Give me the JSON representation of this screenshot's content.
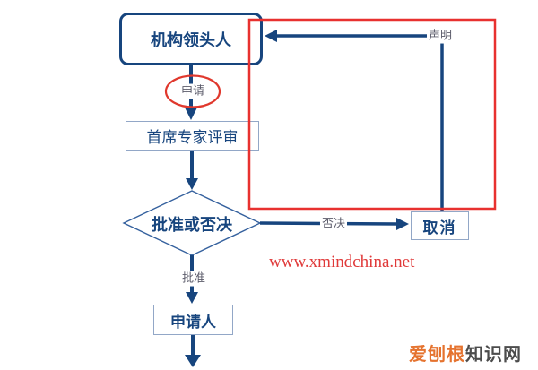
{
  "colors": {
    "connector_navy": "#17457E",
    "node_border_light": "#92A7C7",
    "diamond_border": "#35619E",
    "annotation_red": "#E8312F",
    "highlight_ellipse_red": "#E0382D",
    "edge_label_gray": "#5C5C6B",
    "watermark_red": "#E03A3A",
    "logo_orange": "#E5732F",
    "logo_gray": "#4C4C4C"
  },
  "flowchart": {
    "nodes": {
      "leader": {
        "label": "机构领头人"
      },
      "review": {
        "label": "首席专家评审"
      },
      "decision": {
        "label": "批准或否决"
      },
      "cancel": {
        "label": "取消"
      },
      "applicant": {
        "label": "申请人"
      }
    },
    "edge_labels": {
      "apply": "申请",
      "reject": "否决",
      "approve": "批准",
      "declare": "声明"
    }
  },
  "watermark": "www.xmindchina.net",
  "logo": {
    "primary": "爱刨根",
    "secondary": "知识网"
  }
}
